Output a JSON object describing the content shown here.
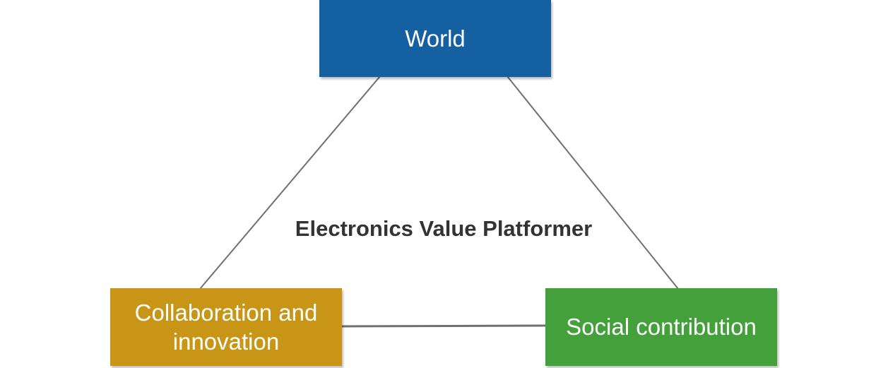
{
  "diagram": {
    "center_label": "Electronics Value Platformer",
    "nodes": {
      "world": {
        "label": "World",
        "color": "#1560a0"
      },
      "collaboration": {
        "label": "Collaboration and innovation",
        "color": "#c99516"
      },
      "social": {
        "label": "Social contribution",
        "color": "#43a03a"
      }
    },
    "connector_color": "#707070"
  }
}
